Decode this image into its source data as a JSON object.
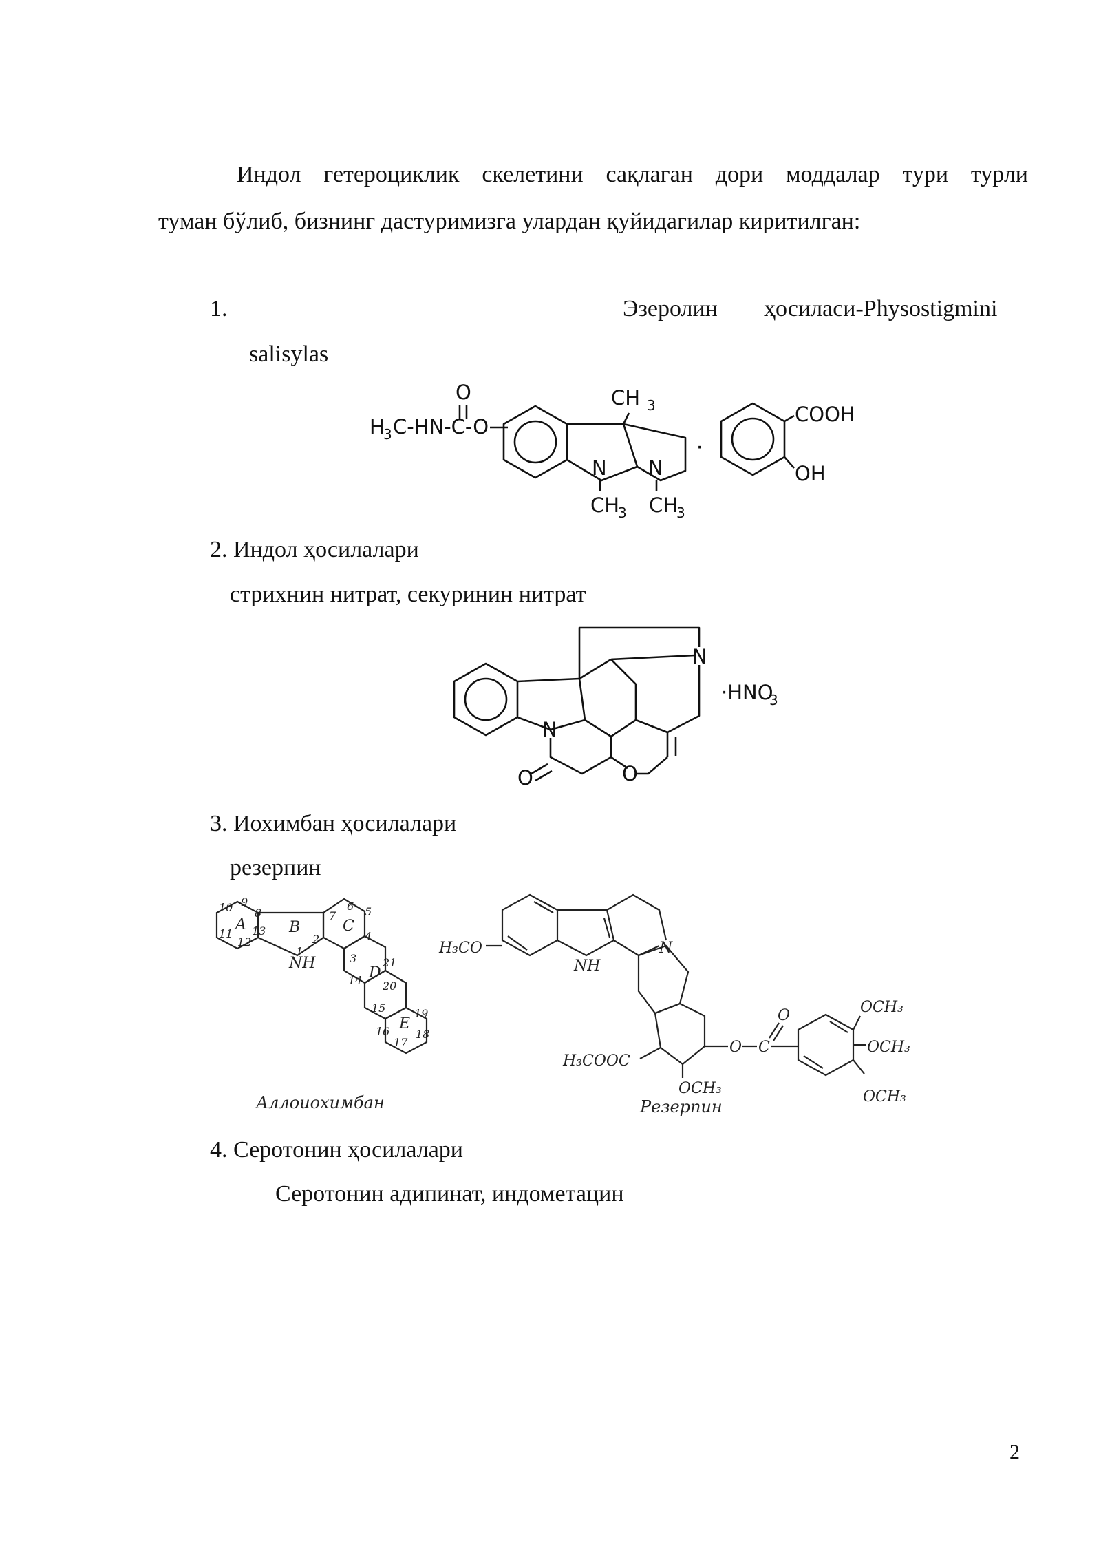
{
  "intro": {
    "line1": "Индол гетероциклик скелетини сақлаган дори моддалар тури турли",
    "line2": "туман бўлиб, бизнинг дастуримизга улардан қуйидагилар киритилган:"
  },
  "items": [
    {
      "number": "1.",
      "title": "Эзеролин",
      "title2": "ҳосиласи-Physostigmini",
      "title3": "salisylas"
    },
    {
      "title": "2. Индол ҳосилалари",
      "subtitle": "стрихнин нитрат, секуринин нитрат"
    },
    {
      "title": "3. Иохимбан ҳосилалари",
      "subtitle": "резерпин"
    },
    {
      "title": "4. Серотонин ҳосилалари",
      "subtitle": "Серотонин адипинат, индометацин"
    }
  ],
  "structures": {
    "physostigmine": {
      "carbamate_pre": "H",
      "carbamate_sub": "3",
      "carbamate_post": "C-HN-C-O",
      "oxygen": "O",
      "ch3_top": "CH",
      "ch3_top_sub": "3",
      "n1": "N",
      "n2": "N",
      "nme1": "CH",
      "nme1_sub": "3",
      "nme2": "CH",
      "nme2_sub": "3",
      "dot": "·",
      "cooh": "COOH",
      "oh": "OH"
    },
    "strychnine": {
      "n_top": "N",
      "n_bottom": "N",
      "o_ring": "O",
      "o_carbonyl": "O",
      "salt": "·HNO",
      "salt_sub": "3"
    },
    "alloyohimban": {
      "caption": "Аллоиохимбан",
      "ring_labels": [
        "A",
        "B",
        "C",
        "D",
        "E"
      ],
      "nh": "NH",
      "numbers": [
        "10",
        "9",
        "8",
        "11",
        "12",
        "13",
        "1",
        "2",
        "7",
        "6",
        "5",
        "4",
        "3",
        "14",
        "21",
        "20",
        "15",
        "19",
        "16",
        "17",
        "18"
      ]
    },
    "reserpine": {
      "caption": "Резерпин",
      "h3co": "H₃CO",
      "nh": "NH",
      "n": "N",
      "h3cooc": "H₃COOC",
      "och3_bottom": "OCH₃",
      "ester_o": "O",
      "ester_c": "C",
      "carbonyl_o": "O",
      "och3_1": "OCH₃",
      "och3_2": "OCH₃",
      "och3_3": "OCH₃"
    }
  },
  "page_number": "2"
}
